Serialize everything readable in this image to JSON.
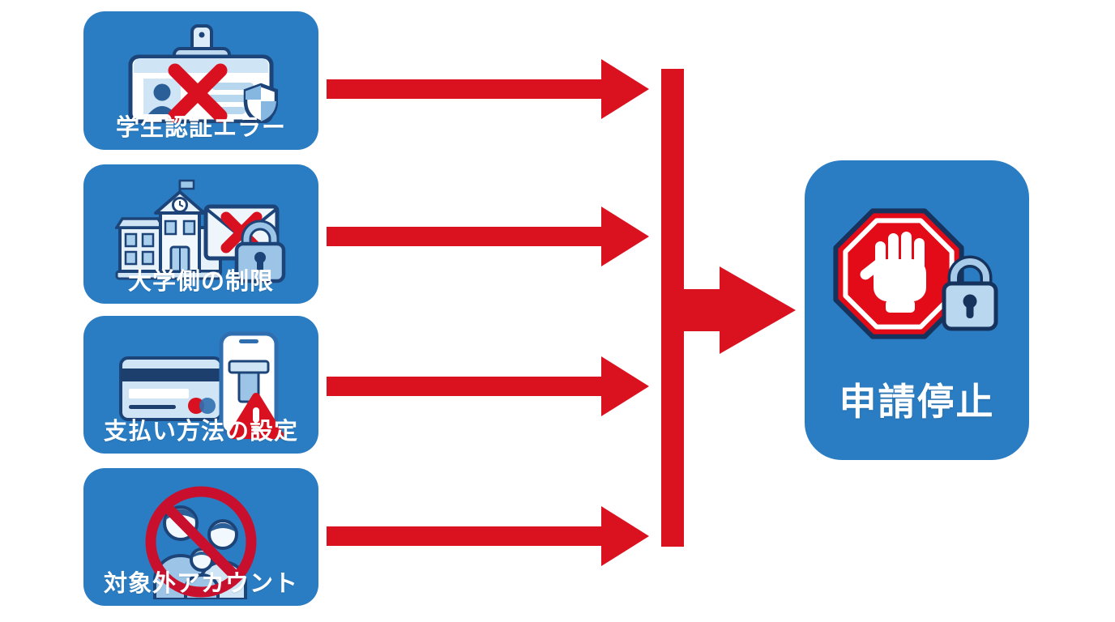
{
  "diagram": {
    "causes": [
      {
        "label": "学生認証エラー",
        "icon": "student-id-error-icon"
      },
      {
        "label": "大学側の制限",
        "icon": "university-restriction-icon"
      },
      {
        "label": "支払い方法の設定",
        "icon": "payment-method-warning-icon"
      },
      {
        "label": "対象外アカウント",
        "icon": "ineligible-account-icon"
      }
    ],
    "result": {
      "label": "申請停止",
      "icon": "stop-sign-lock-icon"
    },
    "colors": {
      "box_blue": "#2b7dc3",
      "arrow_red": "#da1220",
      "stop_sign_red": "#e20b17",
      "prohibition_red": "#c8102e",
      "label_white": "#ffffff",
      "icon_outline_navy": "#1d4478",
      "icon_light_blue": "#cfe4f5",
      "icon_mid_blue": "#9cc4e6",
      "background": "#ffffff"
    }
  }
}
